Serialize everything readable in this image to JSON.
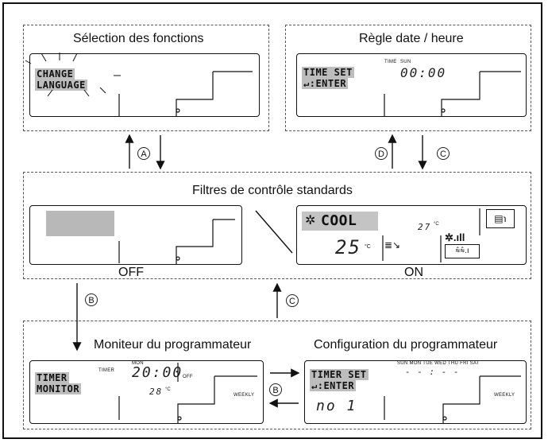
{
  "panels": {
    "function_selection": {
      "title": "Sélection des fonctions",
      "lcd_line1": "CHANGE",
      "lcd_line2": "LANGUAGE"
    },
    "date_time": {
      "title": "Règle date / heure",
      "lcd_line1": "TIME SET",
      "lcd_line2": "↵:ENTER",
      "label_time": "TIME",
      "label_day": "SUN",
      "clock": "00:00"
    },
    "standard_control": {
      "title": "Filtres de contrôle standards",
      "off_label": "OFF",
      "on_label": "ON",
      "mode": "COOL",
      "set_temp": "25",
      "room_temp": "27",
      "unit": "°C"
    },
    "timer_monitor": {
      "title": "Moniteur du programmateur",
      "lcd_line1": "TIMER",
      "lcd_line2": "MONITOR",
      "label_timer": "TIMER",
      "label_day": "MON",
      "clock": "20:00",
      "label_off": "OFF",
      "temp": "28",
      "unit": "°C",
      "label_weekly": "WEEKLY"
    },
    "timer_config": {
      "title": "Configuration du programmateur",
      "lcd_line1": "TIMER SET",
      "lcd_line2": "↵:ENTER",
      "days": "SUN MON TUE WED THU FRI SAT",
      "clock": "- - : - -",
      "program_no": "no 1",
      "label_weekly": "WEEKLY"
    }
  },
  "arrow_labels": {
    "a": "A",
    "b": "B",
    "c": "C",
    "d": "D"
  }
}
